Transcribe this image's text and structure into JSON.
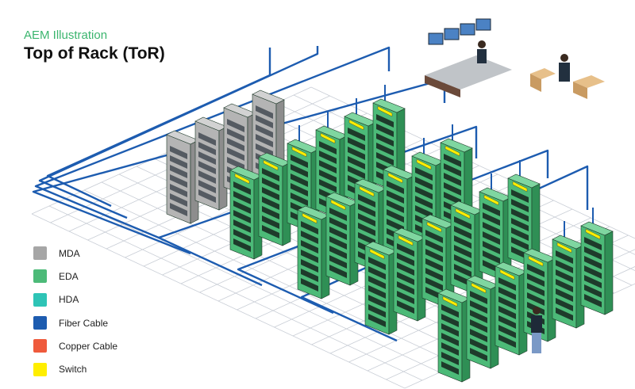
{
  "header": {
    "subtitle": "AEM Illustration",
    "title": "Top of Rack (ToR)"
  },
  "legend": [
    {
      "key": "mda",
      "label": "MDA",
      "color": "#a6a6a6"
    },
    {
      "key": "eda",
      "label": "EDA",
      "color": "#4cba78"
    },
    {
      "key": "hda",
      "label": "HDA",
      "color": "#2ec4b6"
    },
    {
      "key": "fiber",
      "label": "Fiber Cable",
      "color": "#1d5cb0"
    },
    {
      "key": "copper",
      "label": "Copper Cable",
      "color": "#ef5a3c"
    },
    {
      "key": "switch",
      "label": "Switch",
      "color": "#ffee00"
    }
  ],
  "colors": {
    "mda_rack": "#b4b4b4",
    "eda_rack": "#4cba78",
    "fiber_cable": "#1d5cb0",
    "switch": "#ffee00",
    "floor_grid": "#c9ced6"
  },
  "scene": {
    "icons": [
      "server-rack-icon",
      "person-icon",
      "workstation-desk-icon",
      "monitor-icon",
      "cardboard-box-icon"
    ],
    "mda_racks": 4,
    "eda_rows": [
      6,
      6,
      6,
      6
    ]
  }
}
